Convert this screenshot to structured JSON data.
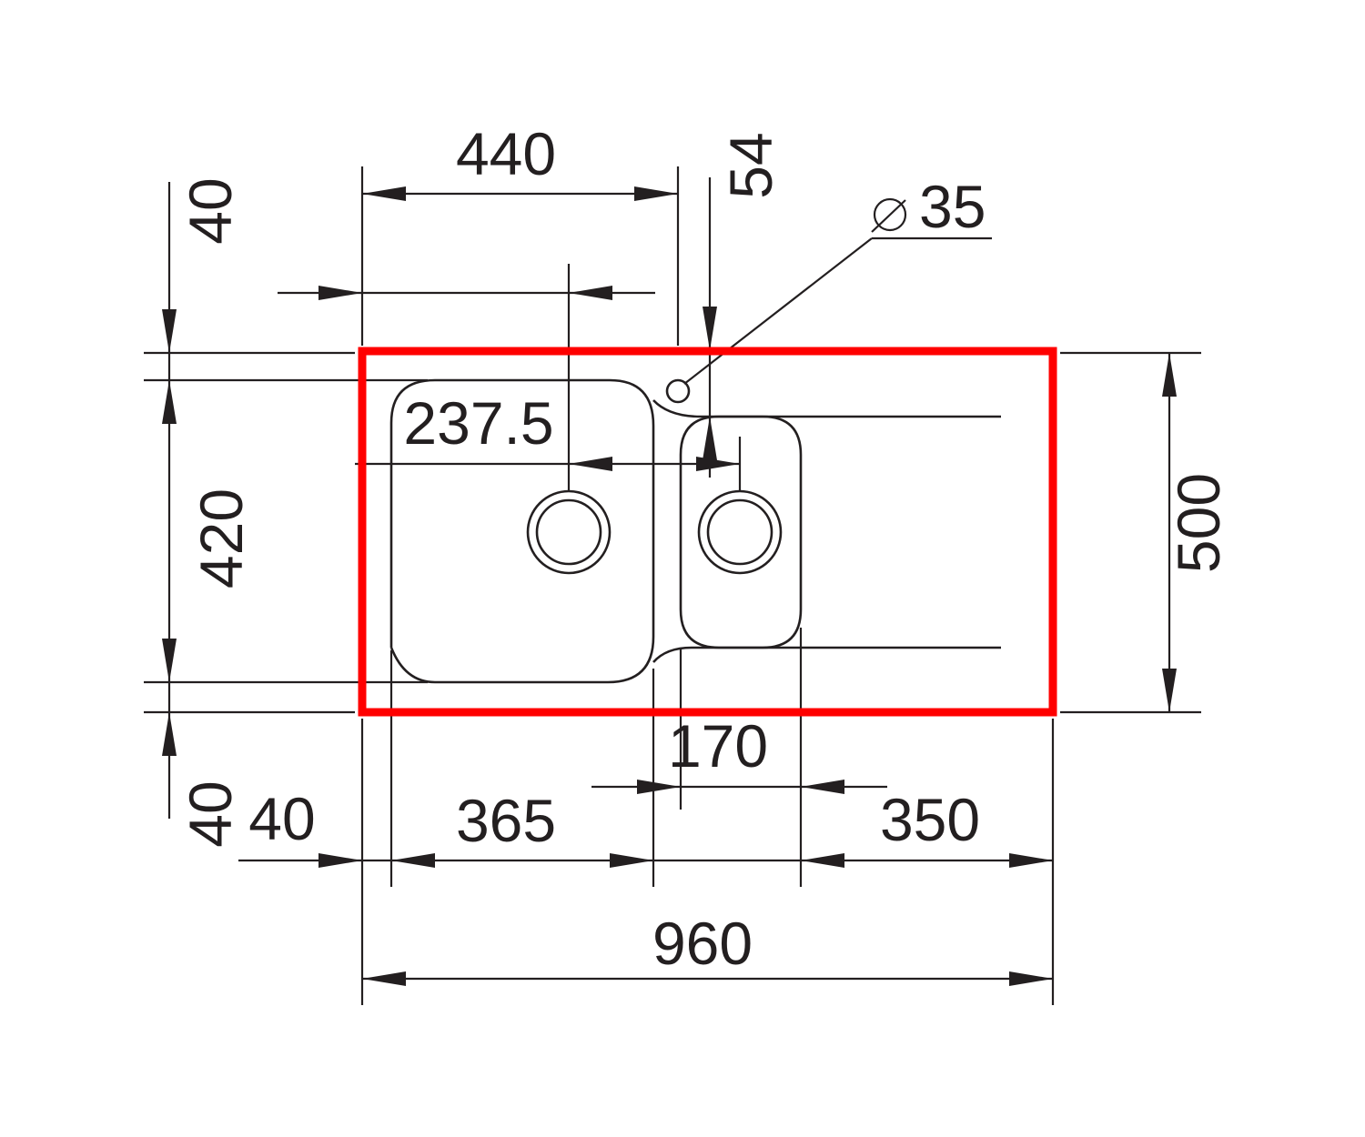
{
  "diagram": {
    "dimensions": {
      "top_width": "440",
      "tap_offset": "54",
      "tap_diameter": "35",
      "left_top_margin": "40",
      "bowl_depth": "420",
      "left_bottom_margin": "40",
      "waste_offset": "237.5",
      "overall_depth": "500",
      "divider_width": "170",
      "left_margin": "40",
      "main_bowl_width": "365",
      "drainer_width": "350",
      "overall_width": "960"
    },
    "colors": {
      "outline": "#ff0000",
      "line": "#231f20"
    }
  }
}
